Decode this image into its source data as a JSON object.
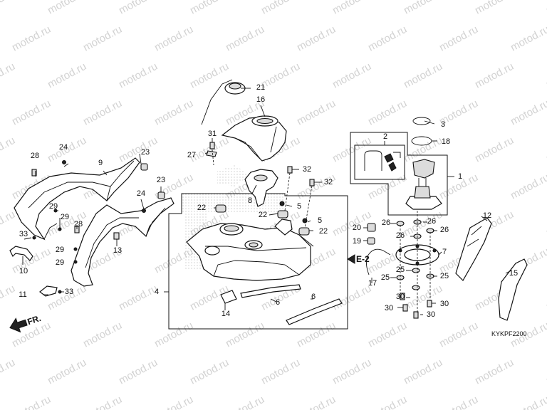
{
  "watermark": "motod.ru",
  "diagram_code": "KYKPF2200",
  "direction_label": "FR.",
  "ref_label": "E-2",
  "callouts": {
    "c1": "1",
    "c2": "2",
    "c3": "3",
    "c4": "4",
    "c5a": "5",
    "c5b": "5",
    "c6a": "6",
    "c6b": "6",
    "c7": "7",
    "c8": "8",
    "c9": "9",
    "c10": "10",
    "c11": "11",
    "c12": "12",
    "c13": "13",
    "c14": "14",
    "c15": "15",
    "c16": "16",
    "c17": "17",
    "c18": "18",
    "c19": "19",
    "c20": "20",
    "c21": "21",
    "c22a": "22",
    "c22b": "22",
    "c22c": "22",
    "c23a": "23",
    "c23b": "23",
    "c24a": "24",
    "c24b": "24",
    "c25a": "25",
    "c25b": "25",
    "c25c": "25",
    "c26a": "26",
    "c26b": "26",
    "c26c": "26",
    "c26d": "26",
    "c27": "27",
    "c28a": "28",
    "c28b": "28",
    "c29a": "29",
    "c29b": "29",
    "c29c": "29",
    "c29d": "29",
    "c30a": "30",
    "c30b": "30",
    "c30c": "30",
    "c31": "31",
    "c32a": "32",
    "c32b": "32",
    "c33a": "33",
    "c33b": "33"
  }
}
